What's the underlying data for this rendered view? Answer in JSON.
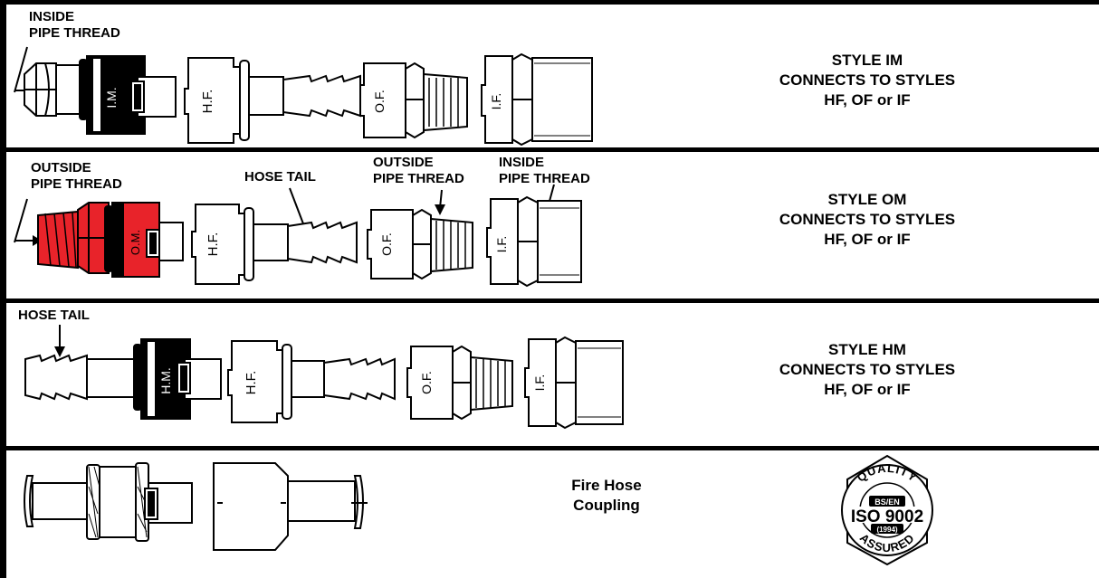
{
  "rows": [
    {
      "callouts": [
        "INSIDE",
        "PIPE THREAD"
      ],
      "parts": [
        "I.M.",
        "H.F.",
        "O.F.",
        "I.F."
      ],
      "style": [
        "STYLE IM",
        "CONNECTS TO STYLES",
        "HF, OF or IF"
      ],
      "color": "#000000"
    },
    {
      "callouts": {
        "outside_pipe": [
          "OUTSIDE",
          "PIPE THREAD"
        ],
        "hose_tail": "HOSE TAIL",
        "outside_pipe_2": [
          "OUTSIDE",
          "PIPE THREAD"
        ],
        "inside_pipe": [
          "INSIDE",
          "PIPE THREAD"
        ]
      },
      "parts": [
        "O.M.",
        "H.F.",
        "O.F.",
        "I.F."
      ],
      "style": [
        "STYLE OM",
        "CONNECTS TO STYLES",
        "HF, OF or IF"
      ],
      "color": "#e8232a"
    },
    {
      "callouts": [
        "HOSE TAIL"
      ],
      "parts": [
        "H.M.",
        "H.F.",
        "O.F.",
        "I.F."
      ],
      "style": [
        "STYLE HM",
        "CONNECTS TO STYLES",
        "HF, OF or IF"
      ],
      "color": "#000000"
    },
    {
      "caption": [
        "Fire Hose",
        "Coupling"
      ]
    }
  ],
  "badge": {
    "top_text": "QUALITY",
    "standard": "BS/EN",
    "iso": "ISO 9002",
    "year": "(1994)",
    "bottom_text": "ASSURED"
  }
}
